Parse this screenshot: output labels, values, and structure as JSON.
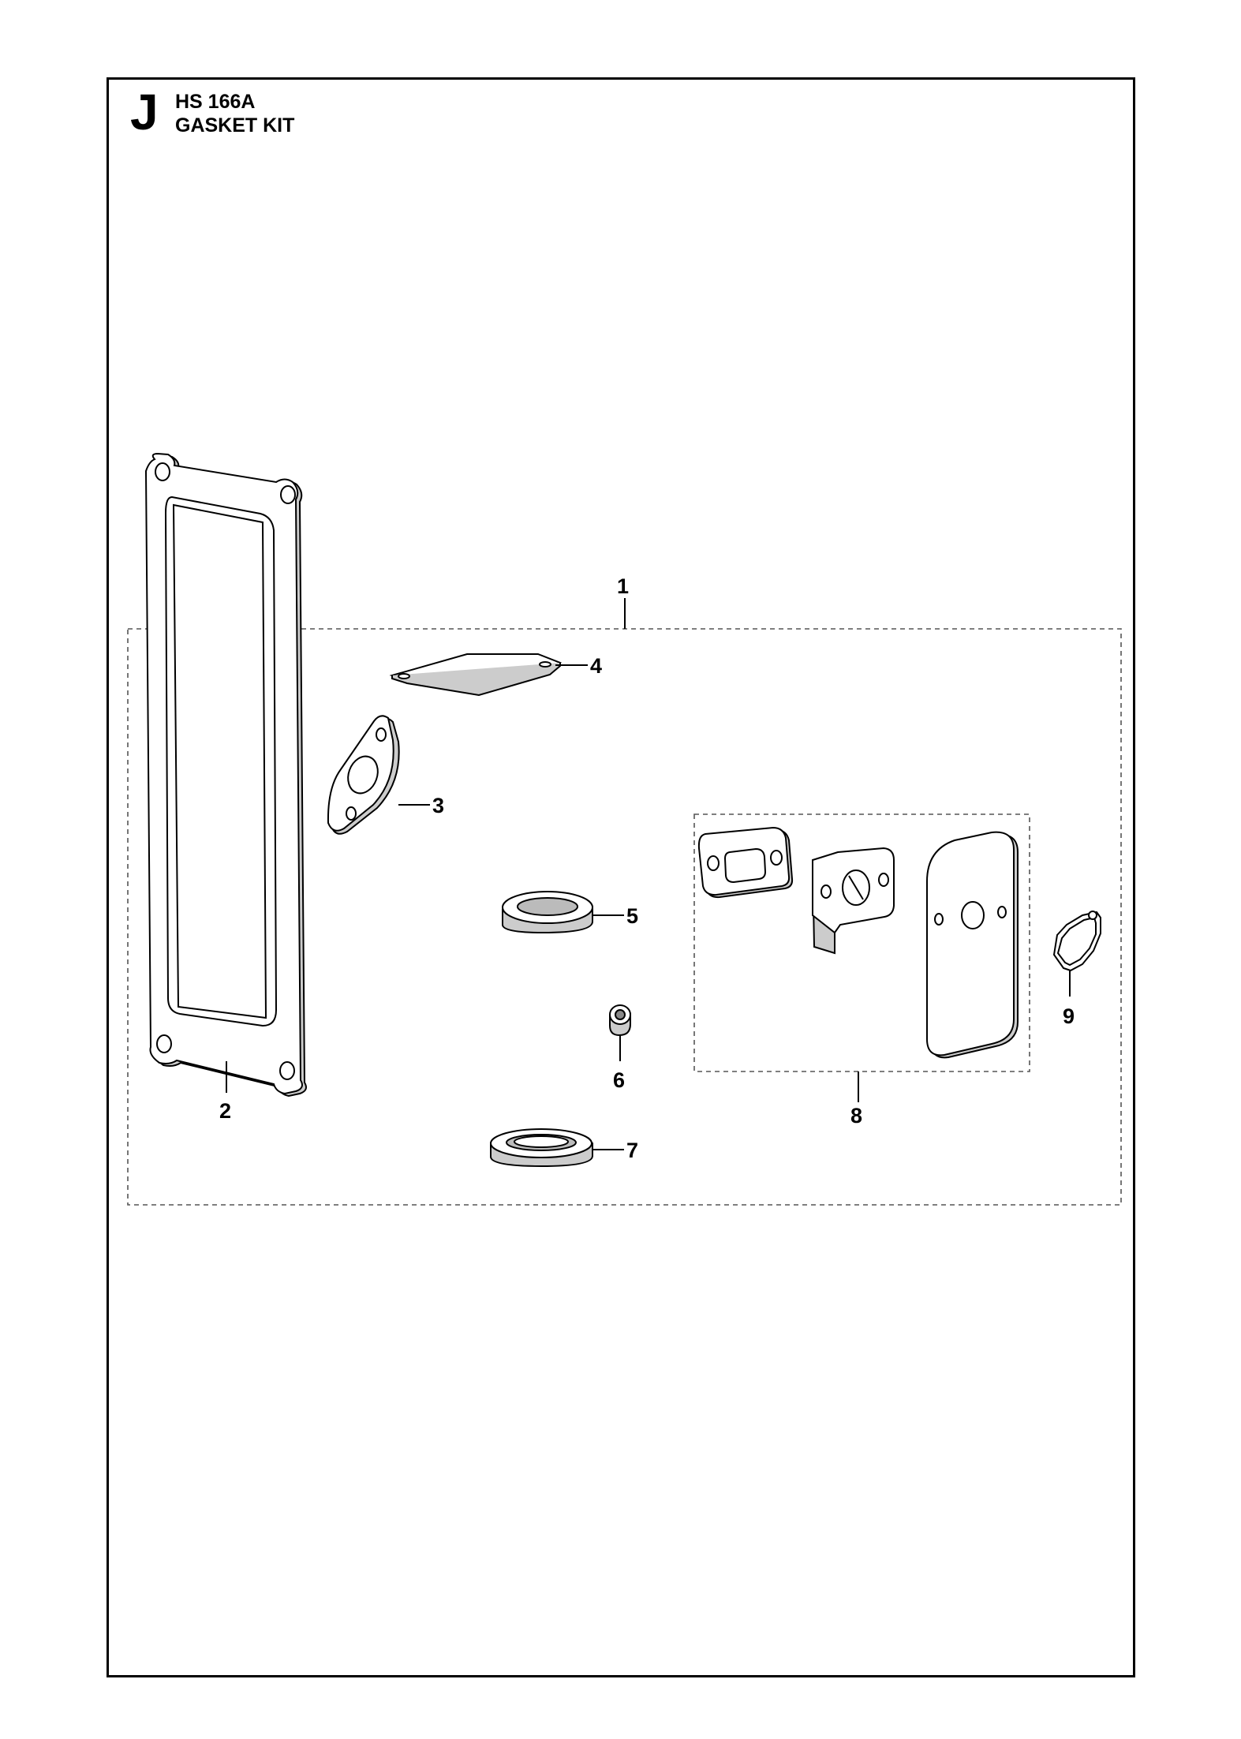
{
  "header": {
    "section_letter": "J",
    "model": "HS 166A",
    "title": "GASKET KIT"
  },
  "diagram": {
    "callouts": {
      "c1": "1",
      "c2": "2",
      "c3": "3",
      "c4": "4",
      "c5": "5",
      "c6": "6",
      "c7": "7",
      "c8": "8",
      "c9": "9"
    },
    "parts": [
      "cylinder-base-gasket",
      "intake-gasket",
      "cover-gasket",
      "oil-seal",
      "seal-washer",
      "oil-seal",
      "carburetor-gasket-set",
      "o-ring"
    ]
  }
}
